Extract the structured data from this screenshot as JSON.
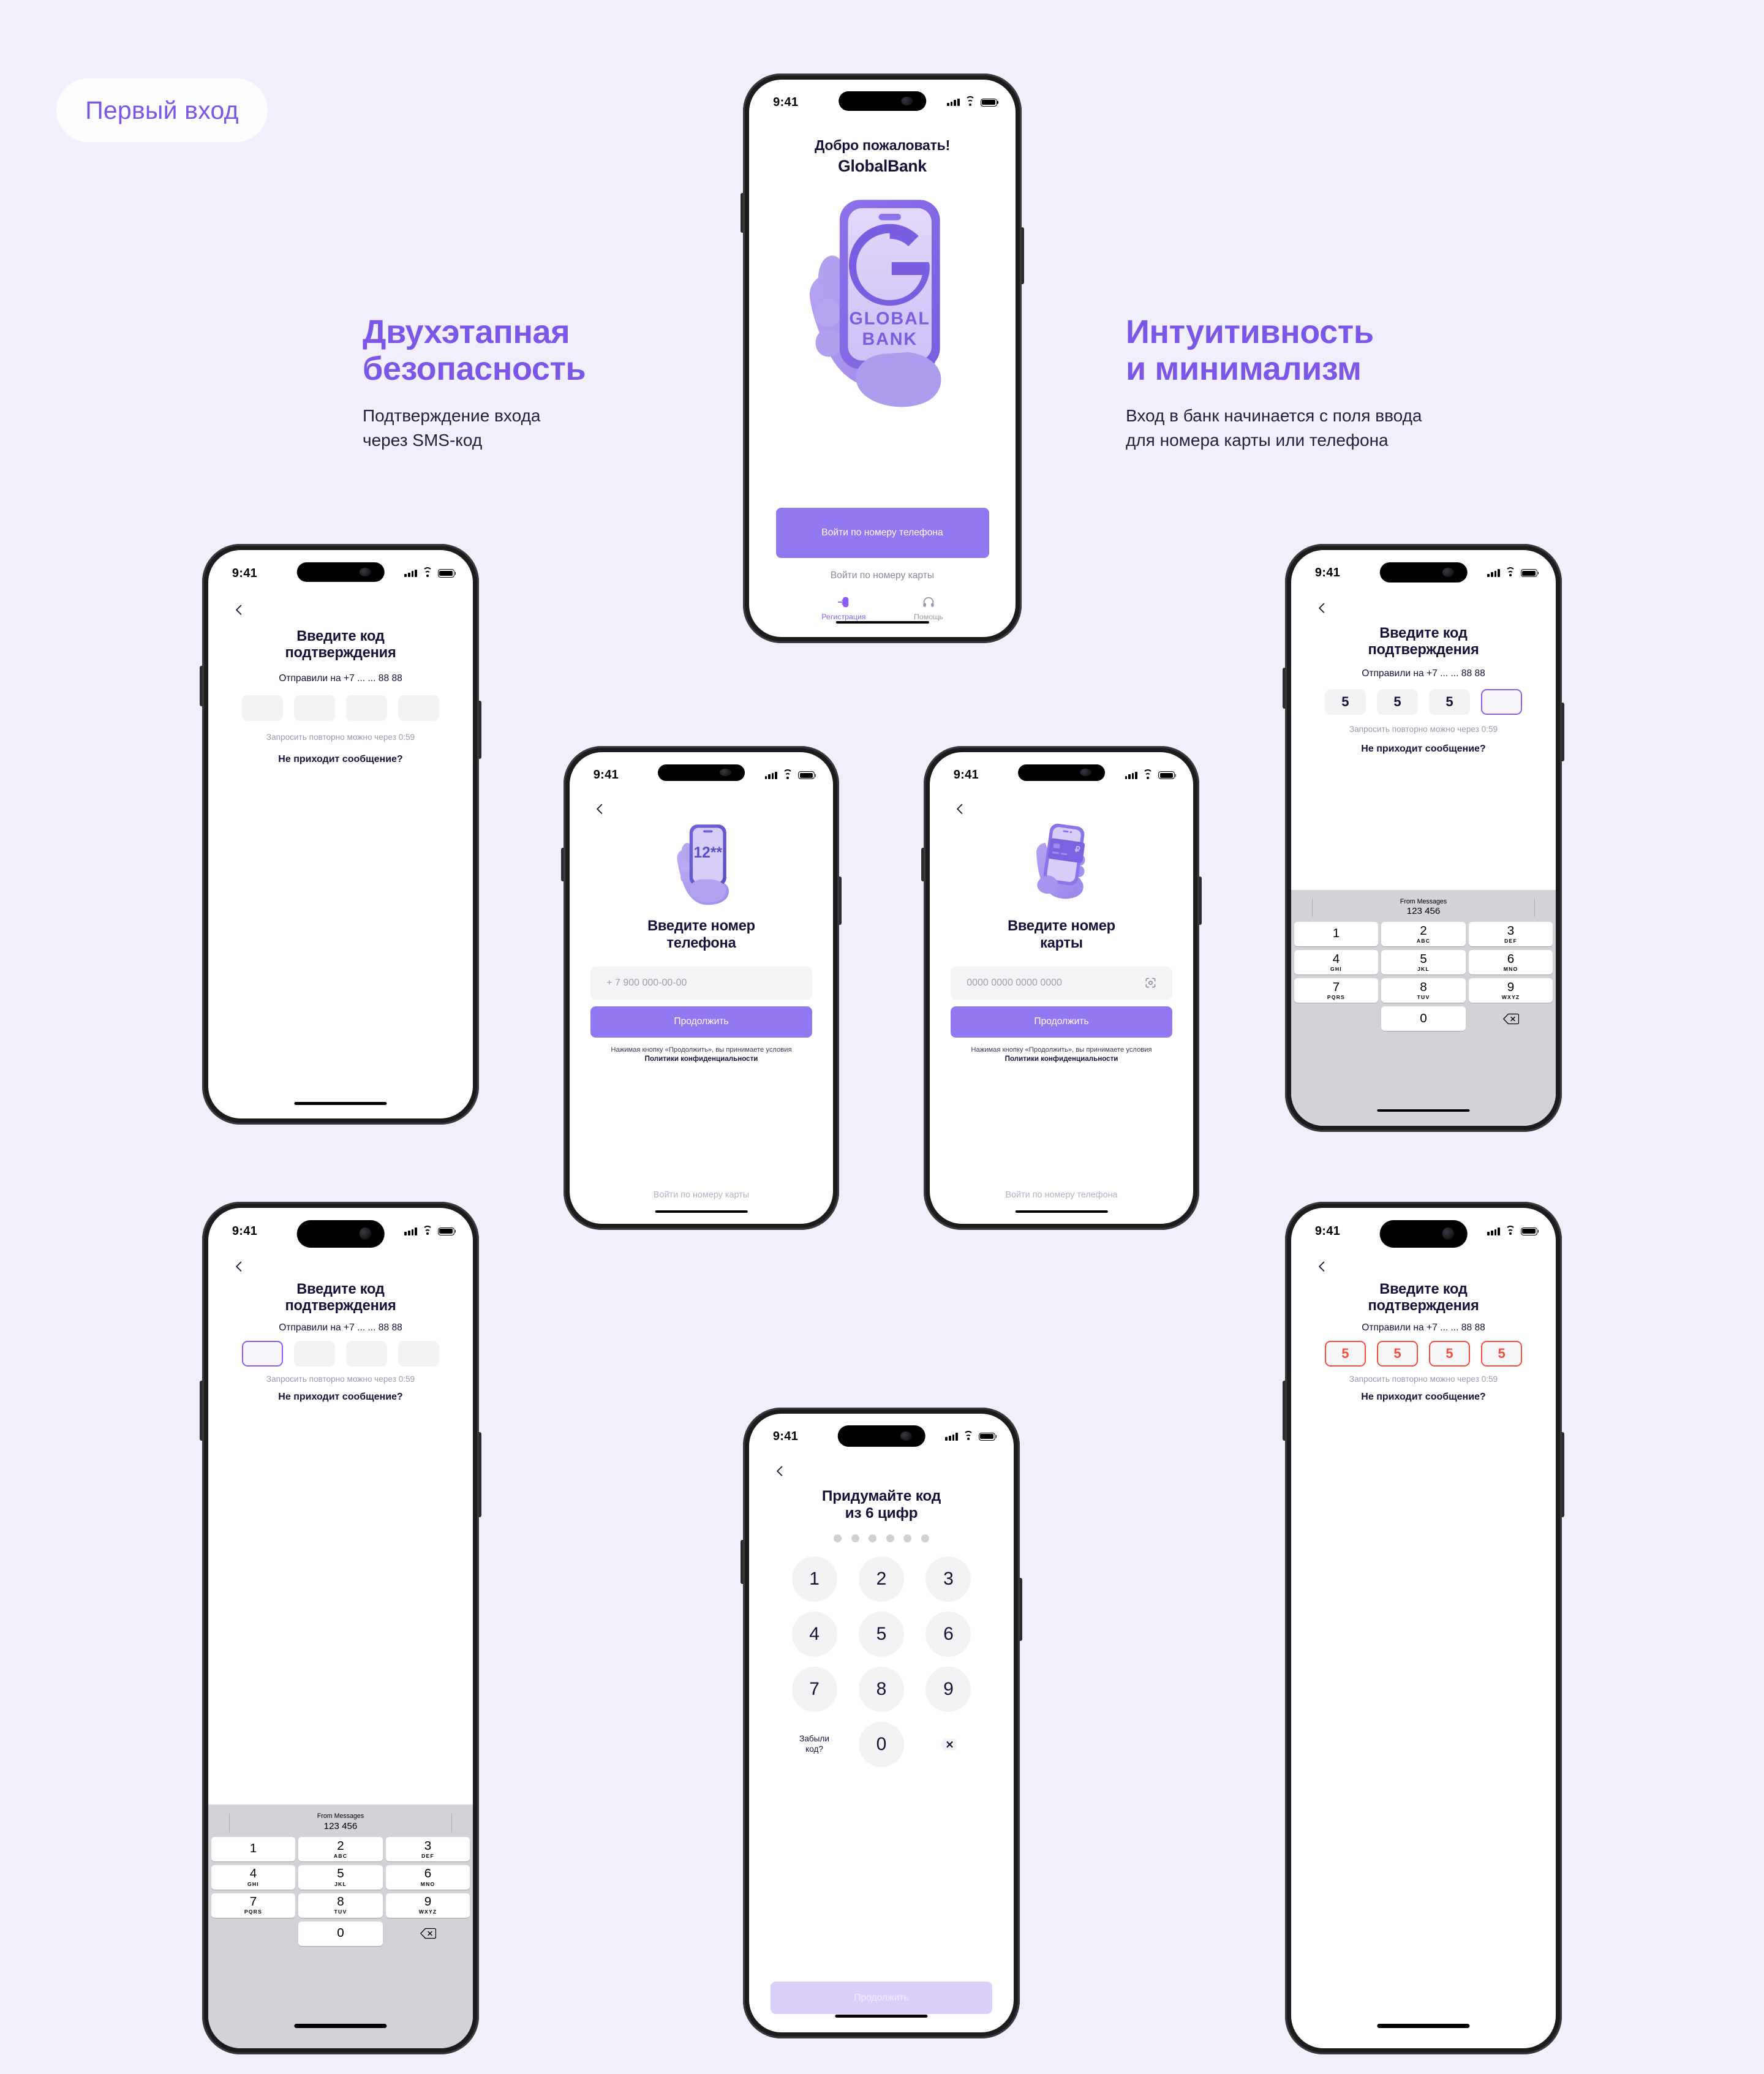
{
  "page": {
    "background_color": "#f2effc",
    "accent_color": "#7b56e8",
    "button_color": "#9277f0",
    "error_color": "#fa4b3c",
    "badge_label": "Первый вход"
  },
  "features": {
    "left": {
      "heading": "Двухэтапная\nбезопасность",
      "body": "Подтверждение входа\nчерез SMS-код"
    },
    "right": {
      "heading": "Интуитивность\nи минимализм",
      "body": "Вход в банк начинается с поля ввода\nдля номера карты или телефона"
    }
  },
  "status_bar": {
    "time": "9:41"
  },
  "screens": {
    "welcome": {
      "title": "Добро пожаловать!",
      "brand": "GlobalBank",
      "illustration_label_line1": "GLOBAL",
      "illustration_label_line2": "BANK",
      "illustration_letter": "G",
      "primary_button": "Войти по номеру телефона",
      "secondary_link": "Войти по номеру карты",
      "tabs": [
        {
          "label": "Регистрация",
          "icon": "login-arrow-icon",
          "active": true
        },
        {
          "label": "Помощь",
          "icon": "headphones-icon",
          "active": false
        }
      ]
    },
    "code_empty": {
      "title": "Введите код\nподтверждения",
      "sent_to": "Отправили на +7 ... ... 88 88",
      "cells": [
        "",
        "",
        "",
        ""
      ],
      "timer": "Запросить повторно можно через 0:59",
      "help_link": "Не приходит сообщение?"
    },
    "code_focus": {
      "title": "Введите код\nподтверждения",
      "sent_to": "Отправили на +7 ... ... 88 88",
      "cells": [
        "",
        "",
        "",
        ""
      ],
      "focused_index": 0,
      "timer": "Запросить повторно можно через 0:59",
      "help_link": "Не приходит сообщение?"
    },
    "code_filling": {
      "title": "Введите код\nподтверждения",
      "sent_to": "Отправили на +7 ... ... 88 88",
      "cells": [
        "5",
        "5",
        "5",
        ""
      ],
      "focused_index": 3,
      "timer": "Запросить повторно можно через 0:59",
      "help_link": "Не приходит сообщение?"
    },
    "code_error": {
      "title": "Введите код\nподтверждения",
      "sent_to": "Отправили на +7 ... ... 88 88",
      "cells": [
        "5",
        "5",
        "5",
        "5"
      ],
      "timer": "Запросить повторно можно через 0:59",
      "help_link": "Не приходит сообщение?"
    },
    "phone_entry": {
      "title": "Введите номер\nтелефона",
      "illustration_label": "12**",
      "input_placeholder": "+ 7 900 000-00-00",
      "input_value": "",
      "primary_button": "Продолжить",
      "terms_line1": "Нажимая кнопку «Продолжить», вы принимаете условия",
      "terms_line2": "Политики конфиденциальности",
      "bottom_link": "Войти по номеру карты"
    },
    "card_entry": {
      "title": "Введите номер\nкарты",
      "input_placeholder": "0000 0000 0000 0000",
      "input_value": "",
      "scan_icon": "card-scan-icon",
      "primary_button": "Продолжить",
      "terms_line1": "Нажимая кнопку «Продолжить», вы принимаете условия",
      "terms_line2": "Политики конфиденциальности",
      "bottom_link": "Войти по номеру телефона"
    },
    "pin_create": {
      "title": "Придумайте код\nиз 6 цифр",
      "dots_count": 6,
      "keys": [
        "1",
        "2",
        "3",
        "4",
        "5",
        "6",
        "7",
        "8",
        "9"
      ],
      "zero_key": "0",
      "forgot_label": "Забыли\nкод?",
      "delete_icon": "close-x-icon",
      "primary_button": "Продолжить",
      "primary_disabled": true
    }
  },
  "keyboard": {
    "from_messages": "From Messages",
    "suggested_code": "123 456",
    "keys": [
      {
        "num": "1",
        "letters": ""
      },
      {
        "num": "2",
        "letters": "ABC"
      },
      {
        "num": "3",
        "letters": "DEF"
      },
      {
        "num": "4",
        "letters": "GHI"
      },
      {
        "num": "5",
        "letters": "JKL"
      },
      {
        "num": "6",
        "letters": "MNO"
      },
      {
        "num": "7",
        "letters": "PQRS"
      },
      {
        "num": "8",
        "letters": "TUV"
      },
      {
        "num": "9",
        "letters": "WXYZ"
      }
    ],
    "zero": "0",
    "delete_icon": "backspace-icon"
  }
}
